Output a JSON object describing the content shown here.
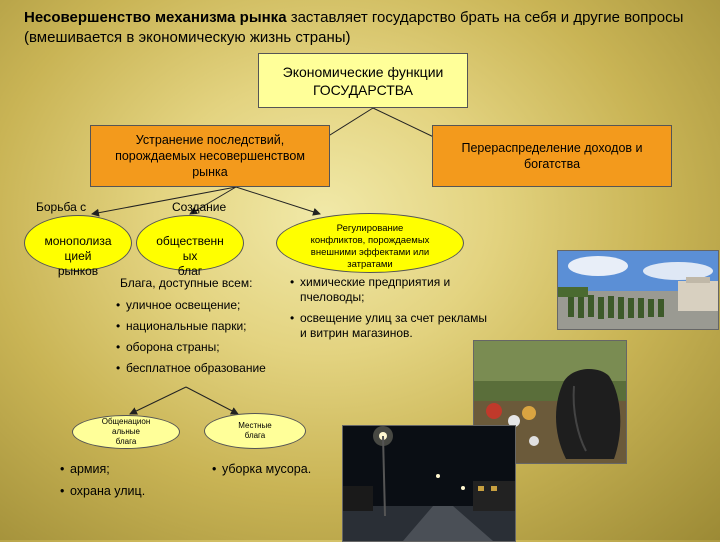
{
  "title": {
    "bold": "Несовершенство механизма рынка",
    "rest": " заставляет государство брать на себя и другие вопросы (вмешивается в экономическую жизнь страны)"
  },
  "root": {
    "line1": "Экономические функции",
    "line2": "ГОСУДАРСТВА"
  },
  "branch_left": "Устранение последствий, порождаемых несовершенством рынка",
  "branch_right": "Перераспределение доходов и богатства",
  "ellipse1": {
    "top": "Борьба с",
    "inner": "монополиза\nцией\nрынков"
  },
  "ellipse2": {
    "top": "Создание",
    "inner": "общественн\nых\nблаг"
  },
  "ellipse3": {
    "inner": "Регулирование конфликтов, порождаемых внешними эффектами или затратами"
  },
  "public_goods": {
    "heading": "Блага, доступные всем:",
    "items": [
      "уличное освещение;",
      "национальные парки;",
      "оборона страны;",
      "бесплатное образование"
    ]
  },
  "externalities": {
    "items": [
      "химические предприятия и пчеловоды;",
      "освещение улиц за счет рекламы и витрин магазинов."
    ]
  },
  "national_goods": {
    "label": "Общенацион\nальные\nблага",
    "items": [
      "армия;",
      "охрана улиц."
    ]
  },
  "local_goods": {
    "label": "Местные\nблага",
    "items": [
      "уборка мусора."
    ]
  },
  "colors": {
    "orange": "#f39a1c",
    "yellow": "#ffff00",
    "light_yellow": "#ffff99"
  },
  "photos": [
    "military-parade-photo",
    "garbage-bags-photo",
    "night-street-lighting-photo"
  ]
}
